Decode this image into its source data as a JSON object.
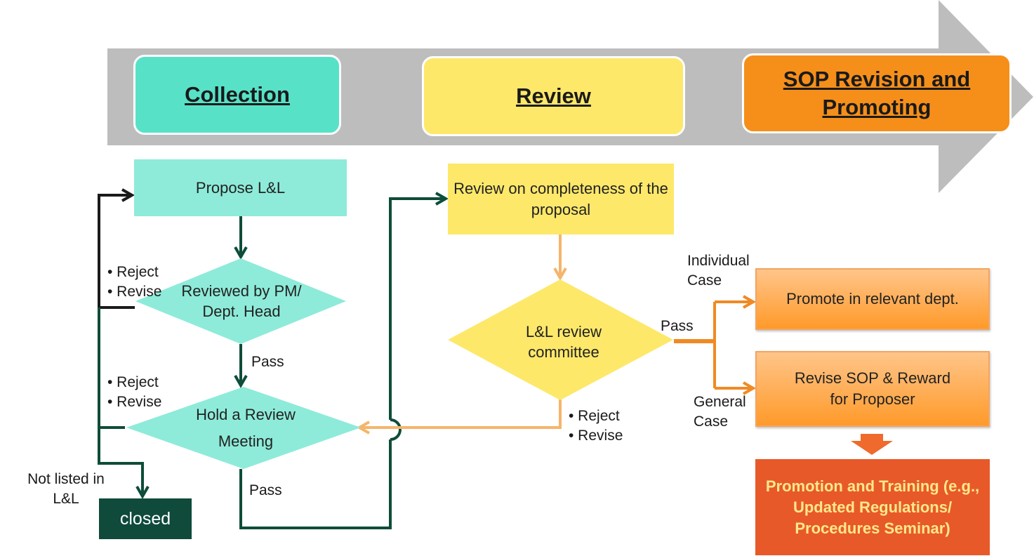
{
  "phases": {
    "collection": "Collection",
    "review": "Review",
    "sop": "SOP Revision and Promoting"
  },
  "nodes": {
    "propose": "Propose L&L",
    "reviewed_by": "Reviewed by PM/ Dept. Head",
    "hold_meeting": "Hold a Review Meeting",
    "closed": "closed",
    "completeness": "Review on completeness of the proposal",
    "committee": "L&L review committee",
    "promote_dept": "Promote in relevant dept.",
    "revise_sop": "Revise SOP & Reward for Proposer",
    "promotion_training": "Promotion and Training (e.g., Updated Regulations/ Procedures Seminar)"
  },
  "labels": {
    "reject": "• Reject",
    "revise": "• Revise",
    "pass": "Pass",
    "not_listed": "Not listed in L&L",
    "individual_case": "Individual Case",
    "general_case": "General Case"
  },
  "colors": {
    "gray_arrow": "#bdbdbd",
    "teal_phase": "#57e2c8",
    "teal_box": "#8eebd9",
    "yellow": "#fde86a",
    "orange_phase": "#f58f1a",
    "dark_green": "#0f4a3a",
    "line_green": "#0e4d3a",
    "line_light_orange": "#f5b56b",
    "line_orange": "#f08a24",
    "red_box": "#e8592a",
    "red_box_text": "#ffe88a"
  }
}
